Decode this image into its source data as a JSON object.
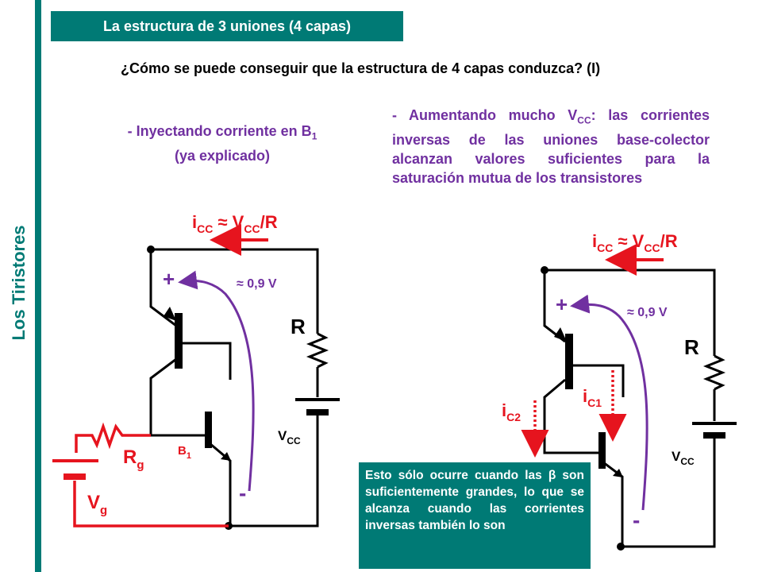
{
  "sidebar": {
    "title": "Los Tiristores"
  },
  "header": {
    "title": "La estructura de 3 uniones (4 capas)"
  },
  "question": {
    "text": "¿Cómo se puede conseguir que la estructura de 4 capas conduzca? (I)"
  },
  "item1": {
    "line1_prefix": "- Inyectando corriente en B",
    "line1_sub": "1",
    "line2": "(ya explicado)"
  },
  "item2": {
    "prefix": "- Aumentando mucho V",
    "sub": "CC",
    "rest": ": las corrientes inversas de las uniones base-colector alcanzan valores suficientes para la saturación mutua de los transistores"
  },
  "note": {
    "text": "Esto sólo ocurre cuando las β son suficientemente grandes, lo que se alcanza cuando las corrientes inversas también lo son"
  },
  "circuit_left": {
    "icc_i": "i",
    "icc_sub": "CC",
    "icc_rest": " ≈ V",
    "icc_sub2": "CC",
    "icc_tail": "/R",
    "voltage": "≈ 0,9 V",
    "plus": "+",
    "minus": "-",
    "R": "R",
    "vcc_main": "V",
    "vcc_sub": "CC",
    "b1_main": "B",
    "b1_sub": "1",
    "rg_main": "R",
    "rg_sub": "g",
    "vg_main": "V",
    "vg_sub": "g"
  },
  "circuit_right": {
    "icc_i": "i",
    "icc_sub": "CC",
    "icc_rest": " ≈ V",
    "icc_sub2": "CC",
    "icc_tail": "/R",
    "voltage": "≈ 0,9 V",
    "plus": "+",
    "minus": "-",
    "R": "R",
    "vcc_main": "V",
    "vcc_sub": "CC",
    "ic1_main": "i",
    "ic1_sub": "C1",
    "ic2_main": "i",
    "ic2_sub": "C2"
  },
  "colors": {
    "accent": "#007a75",
    "purple": "#7030a0",
    "red": "#e6141e",
    "black": "#000000"
  }
}
